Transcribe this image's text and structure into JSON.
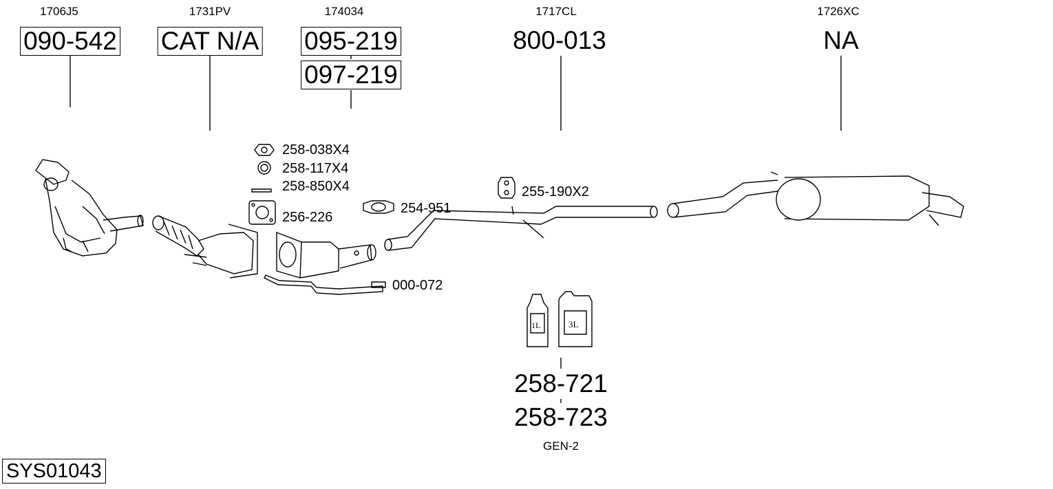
{
  "system_code": "SYS01043",
  "columns": [
    {
      "ref": "1706J5",
      "parts": [
        "090-542"
      ],
      "boxed": true
    },
    {
      "ref": "1731PV",
      "parts": [
        "CAT N/A"
      ],
      "boxed": true
    },
    {
      "ref": "174034",
      "parts": [
        "095-219",
        "097-219"
      ],
      "boxed": true
    },
    {
      "ref": "1717CL",
      "parts": [
        "800-013"
      ],
      "boxed": false
    },
    {
      "ref": "1726XC",
      "parts": [
        "NA"
      ],
      "boxed": false
    }
  ],
  "accessories": [
    {
      "code": "258-038X4",
      "icon": "nut-icon"
    },
    {
      "code": "258-117X4",
      "icon": "washer-icon"
    },
    {
      "code": "258-850X4",
      "icon": "bolt-icon"
    },
    {
      "code": "256-226",
      "icon": "gasket-icon"
    },
    {
      "code": "254-951",
      "icon": "clamp-icon"
    },
    {
      "code": "255-190X2",
      "icon": "rubber-mount-icon"
    },
    {
      "code": "000-072",
      "icon": "sensor-pipe-icon"
    }
  ],
  "fluids": {
    "bottle_small_label": "1L",
    "bottle_large_label": "3L",
    "parts": [
      "258-721",
      "258-723"
    ],
    "note": "GEN-2"
  }
}
